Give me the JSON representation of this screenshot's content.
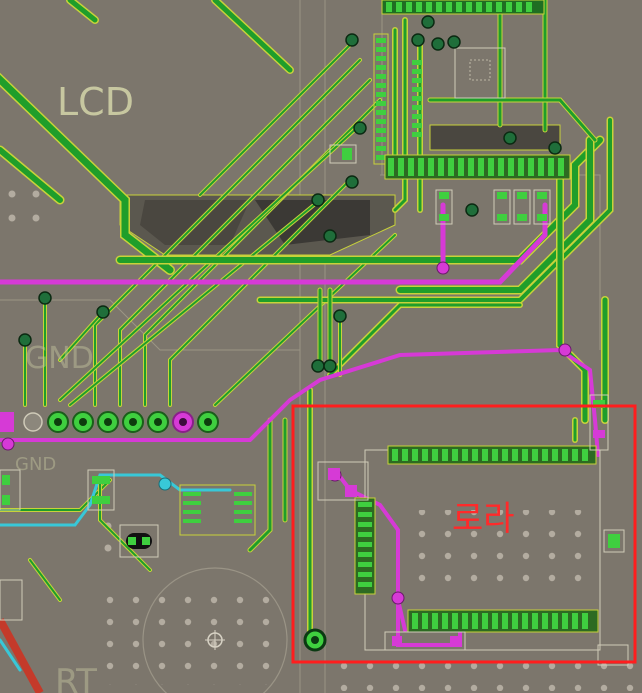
{
  "view": {
    "kind": "pcb-layout-editor-canvas"
  },
  "silkscreen": {
    "lcd_label": "LCD",
    "gnd_label": "GND",
    "gnd_label_2": "GND",
    "bottom_label": "RT"
  },
  "annotation": {
    "region_label": "로라",
    "color": "#ff1e1e"
  },
  "colors": {
    "board": "#7c766c",
    "top_copper_trace": "#1f9e2a",
    "trace_outline": "#c8d23a",
    "pad_green": "#3fcf3f",
    "net_magenta": "#d63ad6",
    "net_cyan": "#38c8d8",
    "silk": "#c7c7a0",
    "drill_hole": "#b3aca0"
  }
}
